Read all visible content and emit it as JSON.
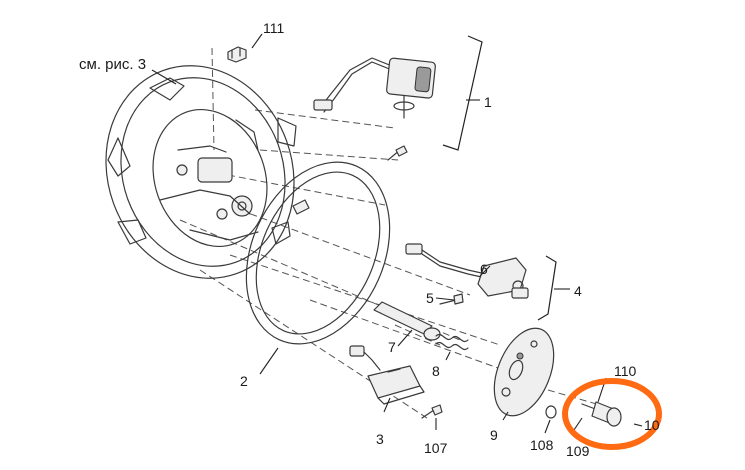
{
  "diagram": {
    "reference_note": "см. рис. 3",
    "callouts": {
      "p111": "111",
      "p1": "1",
      "p2": "2",
      "p3": "3",
      "p4": "4",
      "p5": "5",
      "p6": "6",
      "p7": "7",
      "p8": "8",
      "p9": "9",
      "p10": "10",
      "p107": "107",
      "p108": "108",
      "p109": "109",
      "p110": "110"
    },
    "highlight_color": "#ff6a13"
  }
}
